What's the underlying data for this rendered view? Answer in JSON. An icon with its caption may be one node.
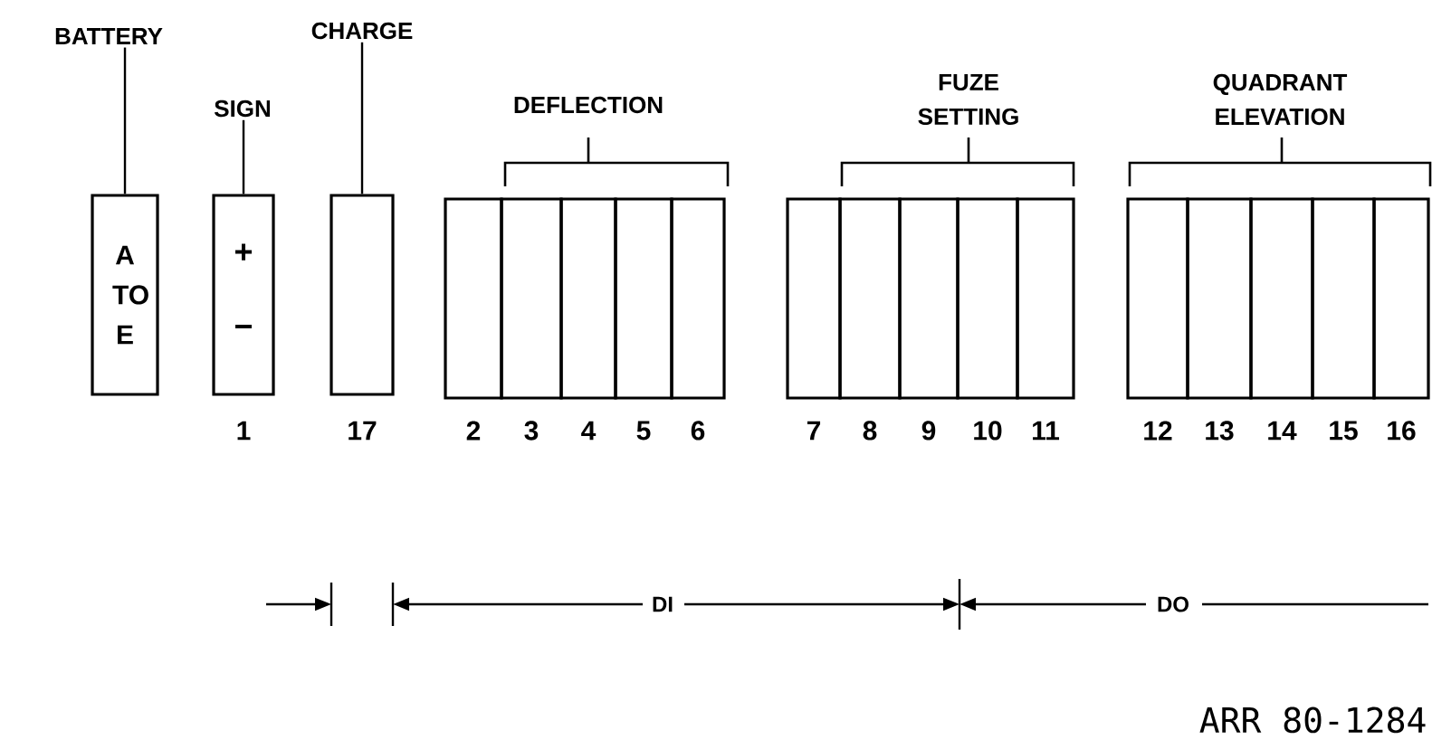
{
  "diagram": {
    "nodes": [
      {
        "text": [
          "BATTERY"
        ]
      },
      {
        "text": [
          "A TO E"
        ]
      },
      {
        "text": [
          "SIGN"
        ]
      },
      {
        "text": [
          "+",
          "−"
        ],
        "beside": [
          "1"
        ]
      },
      {
        "text": [
          "CHARGE"
        ]
      },
      {
        "text": [],
        "shape": "box",
        "beside": [
          "17"
        ]
      },
      {
        "text": [],
        "shape": "box",
        "beside": [
          "2"
        ]
      },
      {
        "text": [],
        "shape": "box",
        "beside": [
          "3"
        ]
      },
      {
        "text": [],
        "shape": "box",
        "beside": [
          "4"
        ]
      },
      {
        "text": [],
        "shape": "box",
        "beside": [
          "5"
        ]
      },
      {
        "text": [],
        "shape": "box",
        "beside": [
          "6"
        ]
      },
      {
        "text": [],
        "shape": "box",
        "beside": [
          "7"
        ]
      },
      {
        "text": [],
        "shape": "box",
        "beside": [
          "8"
        ]
      },
      {
        "text": [],
        "shape": "box",
        "beside": [
          "9"
        ]
      },
      {
        "text": [],
        "shape": "box",
        "beside": [
          "10"
        ]
      },
      {
        "text": [],
        "shape": "box",
        "beside": [
          "11"
        ]
      },
      {
        "text": [],
        "shape": "box",
        "beside": [
          "12"
        ]
      },
      {
        "text": [],
        "shape": "box",
        "beside": [
          "13"
        ]
      },
      {
        "text": [],
        "shape": "box",
        "beside": [
          "14"
        ]
      },
      {
        "text": [],
        "shape": "box",
        "beside": [
          "15"
        ]
      },
      {
        "text": [],
        "shape": "box",
        "beside": [
          "16"
        ]
      }
    ],
    "edges": [
      {
        "from": 0,
        "to": 1,
        "arrow": "none"
      },
      {
        "from": 2,
        "to": 3,
        "arrow": "none"
      },
      {
        "from": 4,
        "to": 5,
        "arrow": "none"
      }
    ],
    "labels": [
      "DEFLECTION",
      "FUZE SETTING",
      "QUADRANT ELEVATION",
      "DI",
      "DO",
      "ARR 80-1284"
    ]
  }
}
